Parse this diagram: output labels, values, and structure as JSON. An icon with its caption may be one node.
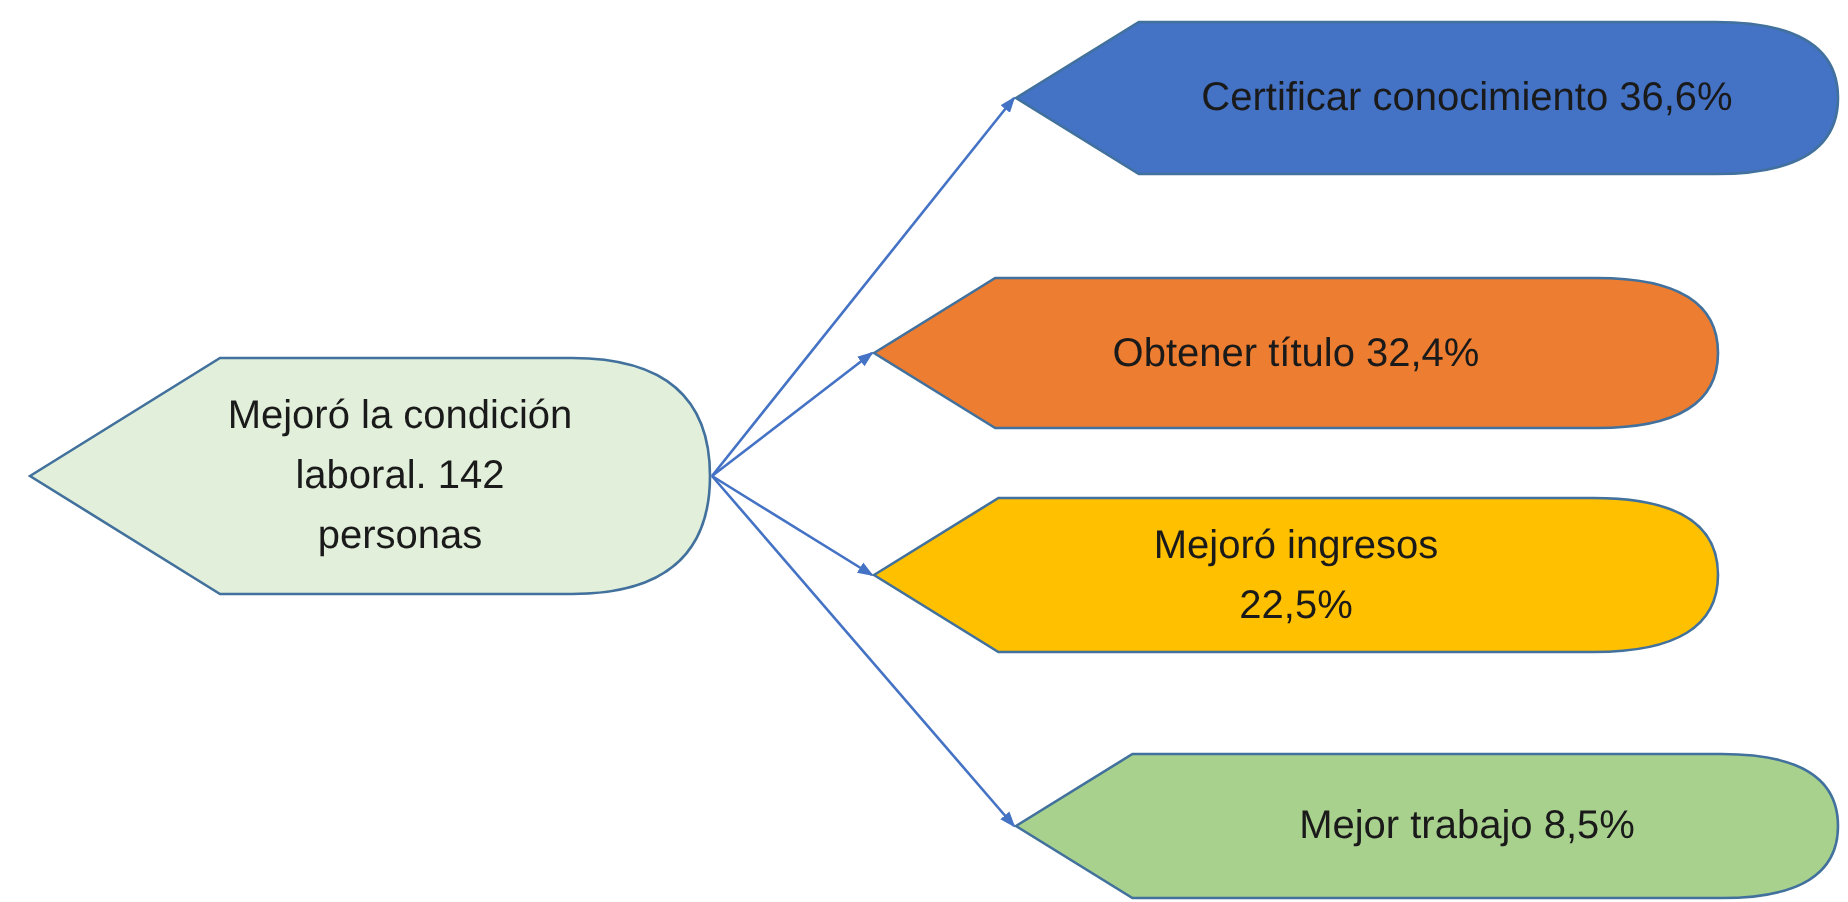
{
  "diagram": {
    "nodes": [
      {
        "text": [
          "Mejoró la condición laboral. 142 personas"
        ]
      },
      {
        "text": [
          "Certificar conocimiento 36,6%"
        ]
      },
      {
        "text": [
          "Obtener título 32,4%"
        ]
      },
      {
        "text": [
          "Mejoró ingresos 22,5%"
        ]
      },
      {
        "text": [
          "Mejor trabajo 8,5%"
        ]
      }
    ],
    "edges": [
      {
        "from": 0,
        "to": 1,
        "arrow": "to"
      },
      {
        "from": 0,
        "to": 2,
        "arrow": "to"
      },
      {
        "from": 0,
        "to": 3,
        "arrow": "to"
      },
      {
        "from": 0,
        "to": 4,
        "arrow": "to"
      }
    ]
  }
}
